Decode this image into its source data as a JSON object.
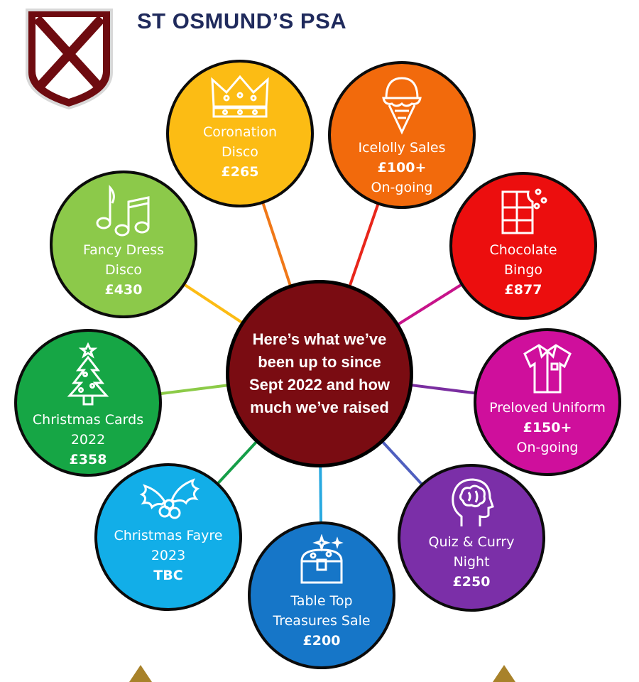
{
  "header": {
    "title": "ST OSMUND’S PSA"
  },
  "hub": {
    "text": "Here’s what we’ve been up to since Sept 2022 and how much we’ve raised"
  },
  "colors": {
    "hub": "#7a0c12",
    "title": "#1f2a5c",
    "shield": "#7a0c12"
  },
  "events": [
    {
      "id": "coronation",
      "icon": "crown-icon",
      "color": "#fcbc14",
      "line": "#f07818",
      "lines": [
        "Coronation",
        "Disco"
      ],
      "amount": "£265",
      "note": ""
    },
    {
      "id": "icelolly",
      "icon": "ice-cream-icon",
      "color": "#f26a0c",
      "line": "#e8261b",
      "lines": [
        "Icelolly Sales"
      ],
      "amount": "£100+",
      "note": "On-going"
    },
    {
      "id": "chocolate",
      "icon": "chocolate-bar-icon",
      "color": "#ec0e0e",
      "line": "#c7138a",
      "lines": [
        "Chocolate",
        "Bingo"
      ],
      "amount": "£877",
      "note": ""
    },
    {
      "id": "uniform",
      "icon": "shirt-icon",
      "color": "#cf0f9c",
      "line": "#7a2ea0",
      "lines": [
        "Preloved Uniform"
      ],
      "amount": "£150+",
      "note": "On-going"
    },
    {
      "id": "quiz",
      "icon": "brain-head-icon",
      "color": "#7b2fa8",
      "line": "#4f5fbf",
      "lines": [
        "Quiz & Curry",
        "Night"
      ],
      "amount": "£250",
      "note": ""
    },
    {
      "id": "tabletop",
      "icon": "treasure-chest-icon",
      "color": "#1676c8",
      "line": "#28a9e0",
      "lines": [
        "Table Top",
        "Treasures Sale"
      ],
      "amount": "£200",
      "note": ""
    },
    {
      "id": "fayre",
      "icon": "holly-icon",
      "color": "#12aee8",
      "line": "#159e48",
      "lines": [
        "Christmas Fayre",
        "2023"
      ],
      "amount": "TBC",
      "note": ""
    },
    {
      "id": "cards",
      "icon": "christmas-tree-icon",
      "color": "#16a645",
      "line": "#8ccb48",
      "lines": [
        "Christmas Cards",
        "2022"
      ],
      "amount": "£358",
      "note": ""
    },
    {
      "id": "fancydress",
      "icon": "music-notes-icon",
      "color": "#8cc94a",
      "line": "#fcbc14",
      "lines": [
        "Fancy Dress",
        "Disco"
      ],
      "amount": "£430",
      "note": ""
    }
  ]
}
